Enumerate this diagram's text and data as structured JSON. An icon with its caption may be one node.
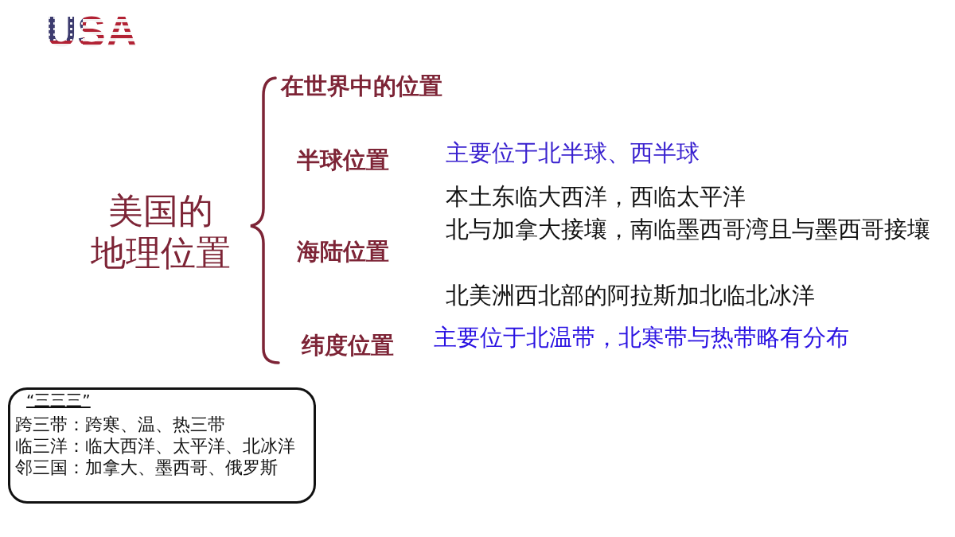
{
  "diagram": {
    "title": "USA",
    "nodes": [
      {
        "text": [
          "“三三三”",
          "跨三带：跨寒、温、热三带",
          "临三洋：临大西洋、太平洋、北冰洋",
          "邻三国：加拿大、墨西哥、俄罗斯"
        ]
      }
    ],
    "labels": [
      "美国的地理位置",
      "在世界中的位置",
      "半球位置",
      "主要位于北半球、西半球",
      "海陆位置",
      "本土东临大西洋，西临太平洋",
      "北与加拿大接壤，南临墨西哥湾且与墨西哥接壤",
      "北美洲西北部的阿拉斯加北临北冰洋",
      "纬度位置",
      "主要位于北温带，北寒带与热带略有分布"
    ]
  }
}
